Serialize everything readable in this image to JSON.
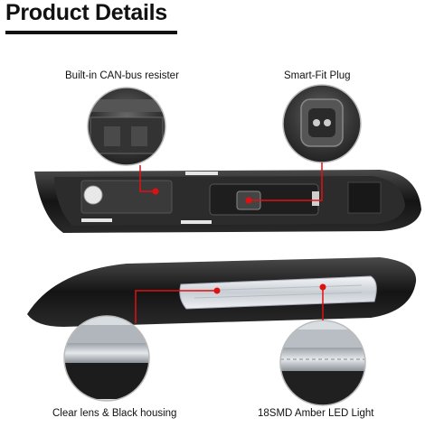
{
  "header": {
    "title": "Product Details"
  },
  "callouts": {
    "canbus": {
      "label": "Built-in CAN-bus resister"
    },
    "plug": {
      "label": "Smart-Fit Plug"
    },
    "lens": {
      "label": "Clear lens & Black housing"
    },
    "led": {
      "label": "18SMD Amber LED Light"
    }
  },
  "colors": {
    "accent": "#e01010",
    "housing": "#1a1a1a",
    "lens": "#d8dde2"
  }
}
